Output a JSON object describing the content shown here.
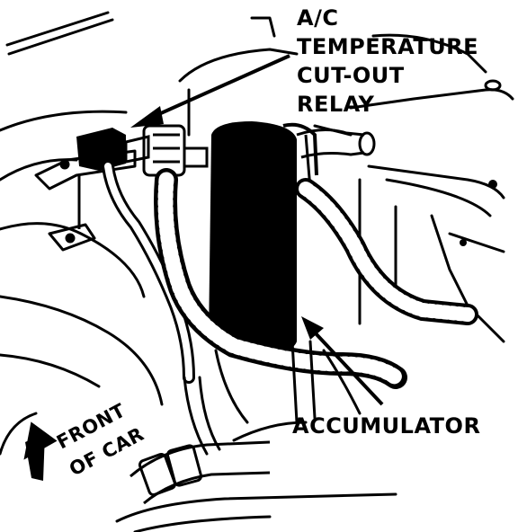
{
  "labels": {
    "relay_line1": "A/C",
    "relay_line2": "TEMPERATURE",
    "relay_line3": "CUT-OUT",
    "relay_line4": "RELAY",
    "accumulator": "ACCUMULATOR",
    "front_line1": "FRONT",
    "front_line2": "OF CAR"
  },
  "colors": {
    "ink": "#000000",
    "paper": "#ffffff"
  },
  "icons": {
    "direction": "front-arrow-icon"
  }
}
